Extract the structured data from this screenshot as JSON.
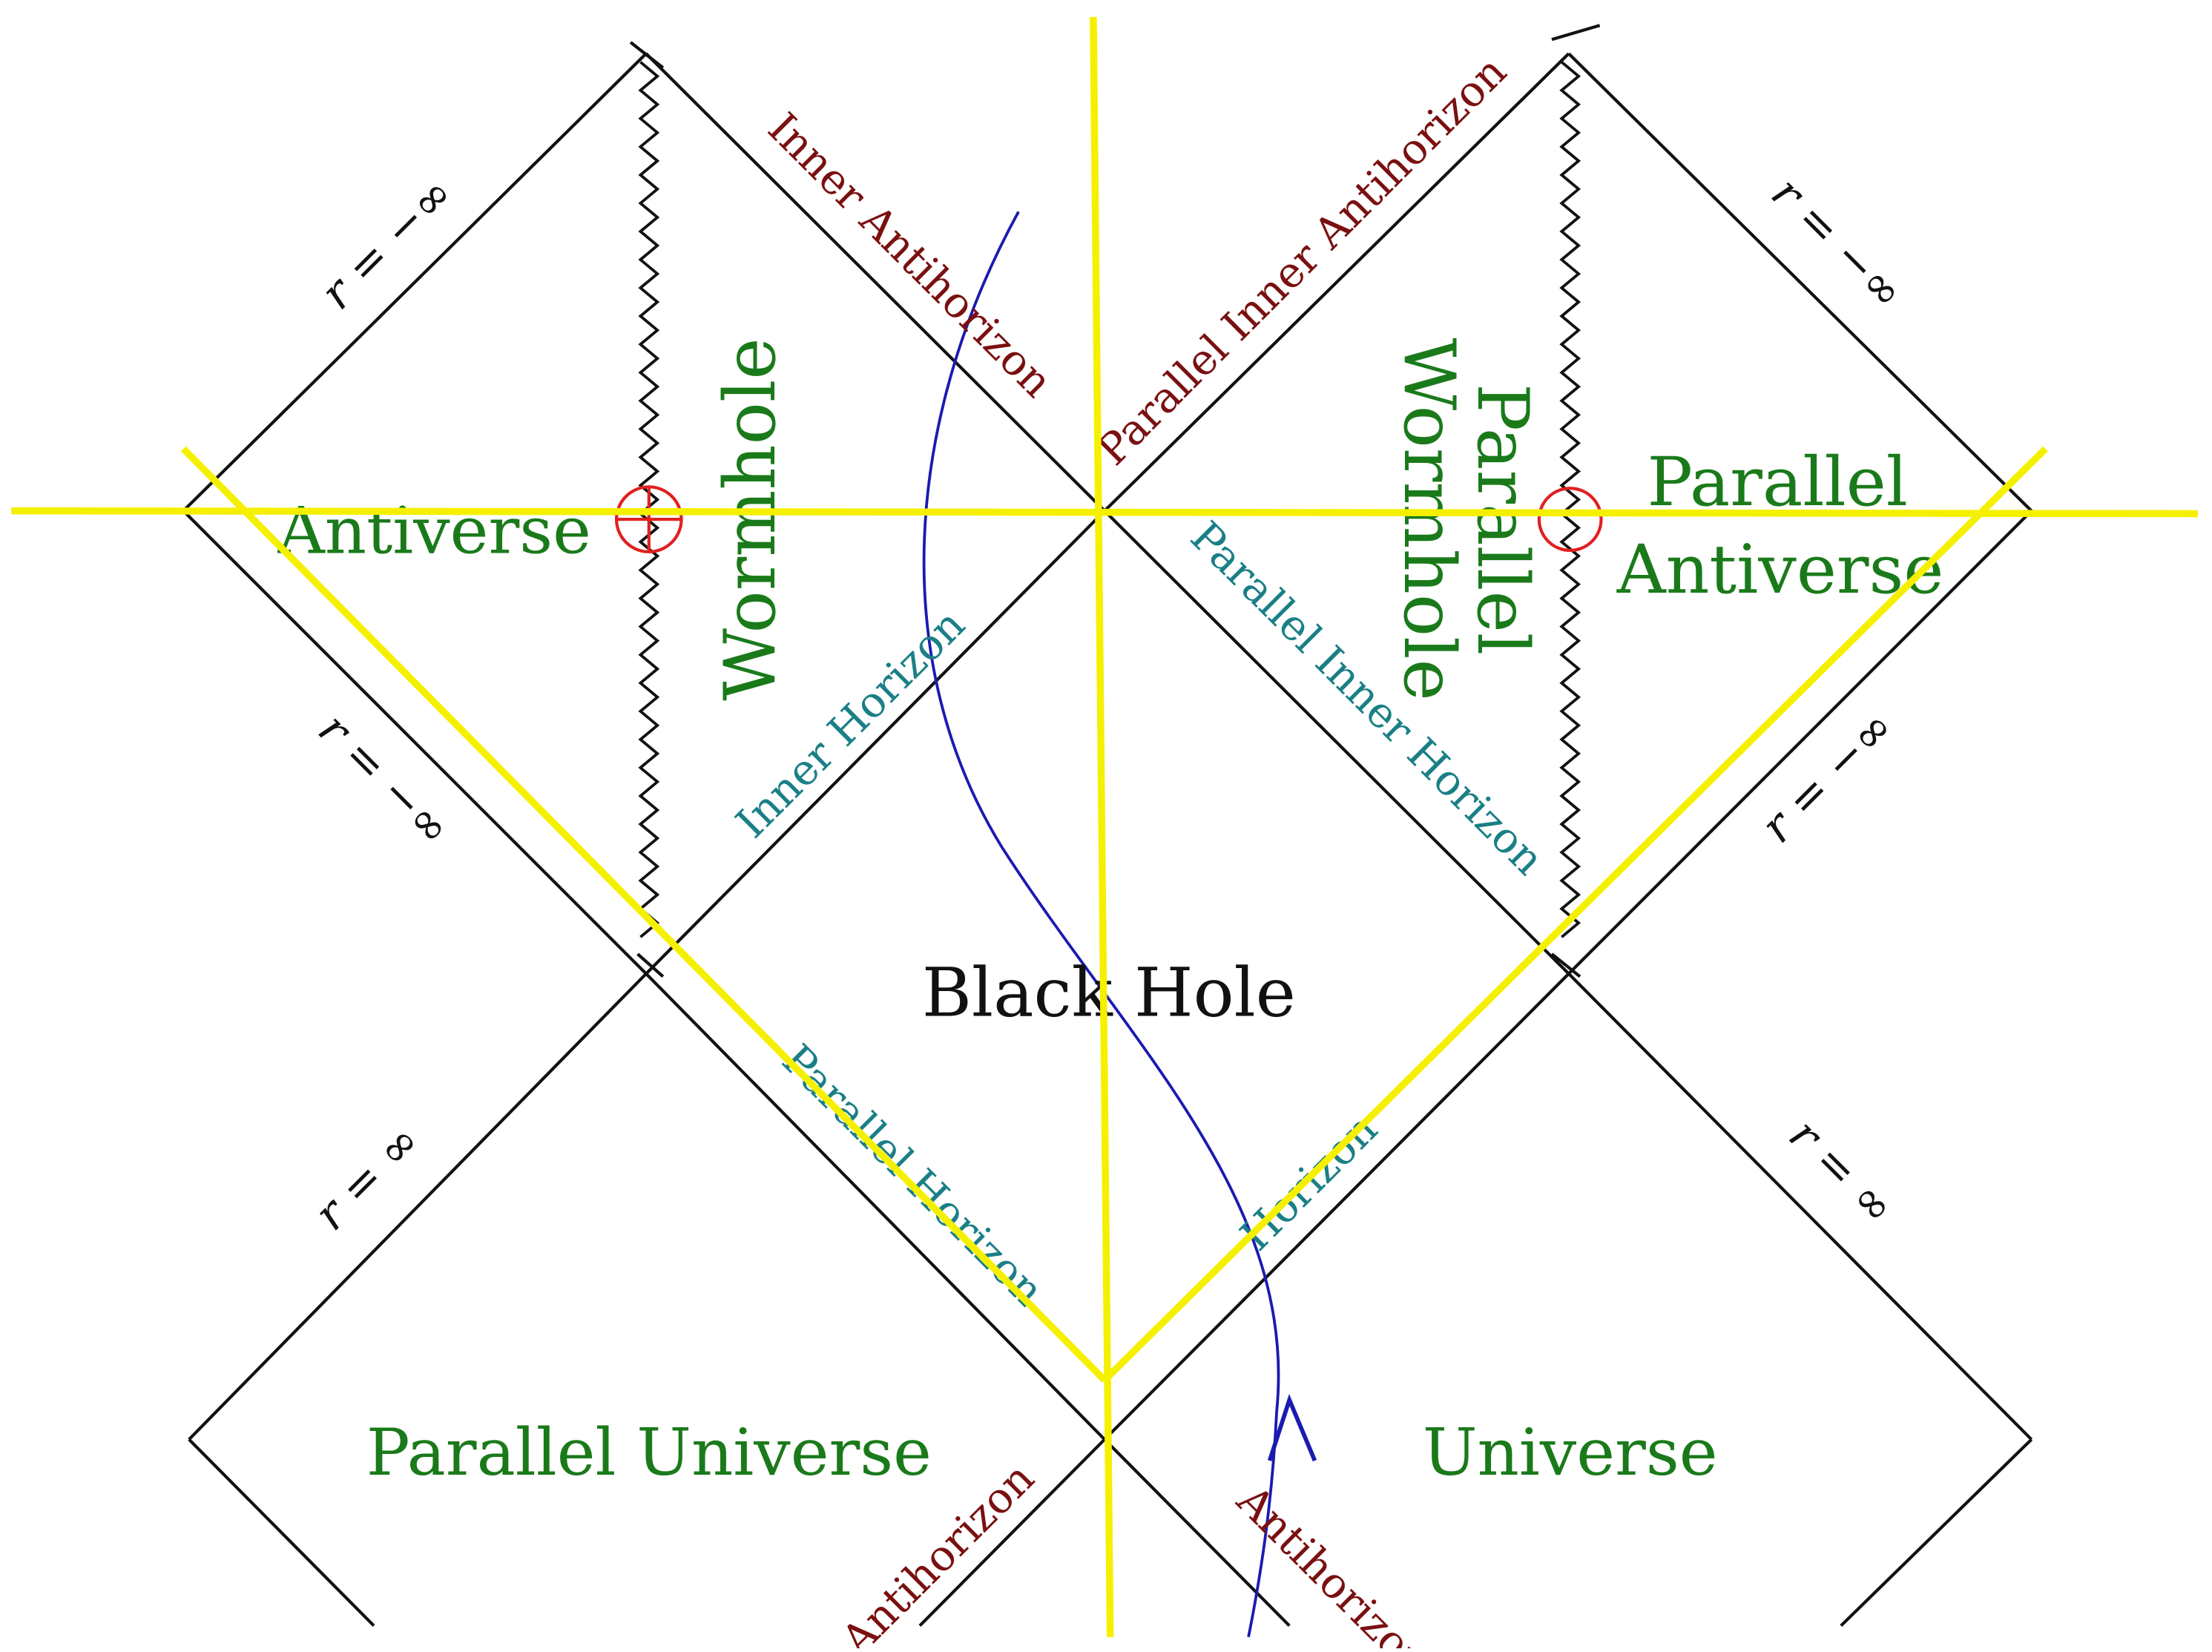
{
  "colors": {
    "frame": "#111111",
    "region_label": "#1a7a1a",
    "antihorizon_label": "#7a1010",
    "horizon_label": "#1a7f86",
    "center_label": "#111111",
    "overlay": "#f5f000",
    "trajectory": "#1b1bb0",
    "ring_singularity": "#e02020"
  },
  "regions": {
    "antiverse": "Antiverse",
    "wormhole": "Wormhole",
    "parallel_wormhole_line1": "Parallel",
    "parallel_wormhole_line2": "Wormhole",
    "parallel_antiverse_line1": "Parallel",
    "parallel_antiverse_line2": "Antiverse",
    "black_hole": "Black Hole",
    "parallel_universe": "Parallel Universe",
    "universe": "Universe"
  },
  "horizons": {
    "inner_antihorizon": "Inner Antihorizon",
    "parallel_inner_antihorizon": "Parallel Inner Antihorizon",
    "inner_horizon": "Inner Horizon",
    "parallel_inner_horizon": "Parallel Inner Horizon",
    "parallel_horizon": "Parallel Horizon",
    "horizon": "Horizon",
    "antihorizon_left": "Antihorizon",
    "antihorizon_right": "Antihorizon"
  },
  "infinity_labels": {
    "upper_left": "r = −∞",
    "mid_left": "r = −∞",
    "upper_right": "r = −∞",
    "mid_right": "r = −∞",
    "lower_left": "r = ∞",
    "lower_right": "r = ∞"
  }
}
